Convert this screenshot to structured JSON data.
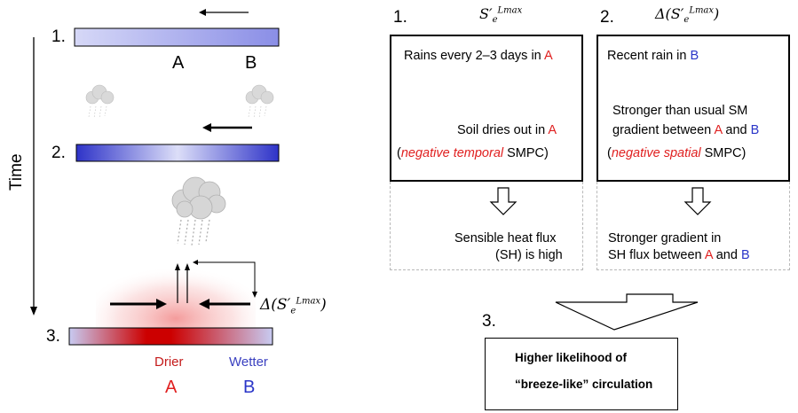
{
  "left": {
    "time_label": "Time",
    "stage_numbers": [
      "1.",
      "2.",
      "3."
    ],
    "label_a": "A",
    "label_b": "B",
    "drier_label": "Drier",
    "wetter_label": "Wetter",
    "delta_label": "Δ(S′",
    "delta_sub": "e",
    "delta_sup": "Lmax",
    "delta_close": ")",
    "colors": {
      "bar_light": "#c9ccf3",
      "bar_dark": "#3a3fd0",
      "dry_red": "#c80000",
      "label_red": "#e02020",
      "label_blue": "#2a35c8"
    }
  },
  "right": {
    "col1": {
      "num": "1.",
      "header_s": "S′",
      "header_sub": "e",
      "header_sup": "Lmax"
    },
    "col2": {
      "num": "2.",
      "header_pre": "Δ(S′",
      "header_sub": "e",
      "header_sup": "Lmax",
      "header_close": ")"
    },
    "box1": {
      "line1": "Rains every 2–3 days in ",
      "line1_a": "A",
      "line2": "Soil dries out in ",
      "line2_a": "A",
      "line3_open": "(",
      "line3_it": "negative temporal",
      "line3_rest": " SMPC)"
    },
    "box2": {
      "line1": "Recent rain in ",
      "line1_b": "B",
      "line2": "Stronger than usual SM",
      "line3": "gradient between ",
      "line3_a": "A",
      "line3_and": " and ",
      "line3_b": "B",
      "line4_open": "(",
      "line4_it": "negative spatial",
      "line4_rest": " SMPC)"
    },
    "box3": {
      "line1": "Sensible heat flux",
      "line2": "(SH) is high"
    },
    "box4": {
      "line1": "Stronger gradient in",
      "line2": "SH flux between ",
      "line2_a": "A",
      "line2_and": " and ",
      "line2_b": "B"
    },
    "final": {
      "num": "3.",
      "line1": "Higher likelihood of",
      "line2": "“breeze-like” circulation"
    }
  }
}
